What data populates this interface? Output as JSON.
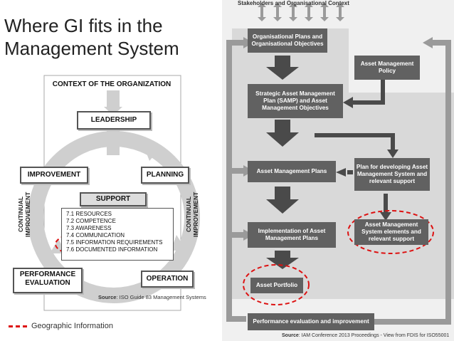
{
  "title": "Where GI fits in the Management System",
  "legend": {
    "label": "Geographic Information",
    "color": "#dd1111"
  },
  "iso": {
    "context": "CONTEXT OF THE ORGANIZATION",
    "leadership": "LEADERSHIP",
    "improvement": "IMPROVEMENT",
    "planning": "PLANNING",
    "support": "SUPPORT",
    "continual_left": "CONTINUAL IMPROVEMENT",
    "continual_right": "CONTINUAL IMPROVEMENT",
    "support_items": [
      "7.1 RESOURCES",
      "7.2 COMPETENCE",
      "7.3 AWARENESS",
      "7.4 COMMUNICATION",
      "7.5 INFORMATION  REQUIREMENTS",
      "7.6 DOCUMENTED  INFORMATION"
    ],
    "performance": "PERFORMANCE EVALUATION",
    "operation": "OPERATION",
    "source_label": "Source",
    "source_text": ": ISO Guide 83 Management Systems"
  },
  "am": {
    "header": "Stakeholders and Organisational Context",
    "org_plans": "Organisational Plans and Organisational Objectives",
    "policy": "Asset Management Policy",
    "samp": "Strategic Asset Management Plan (SAMP) and Asset Management Objectives",
    "am_plans": "Asset Management Plans",
    "plan_dev": "Plan for developing Asset Management System and relevant support",
    "implementation": "Implementation of Asset Management Plans",
    "elements": "Asset Management System elements and relevant support",
    "portfolio": "Asset Portfolio",
    "performance": "Performance evaluation and improvement",
    "source_label": "Source",
    "source_text": ": IAM Conference 2013 Proceedings - View from FDIS for ISO55001"
  }
}
